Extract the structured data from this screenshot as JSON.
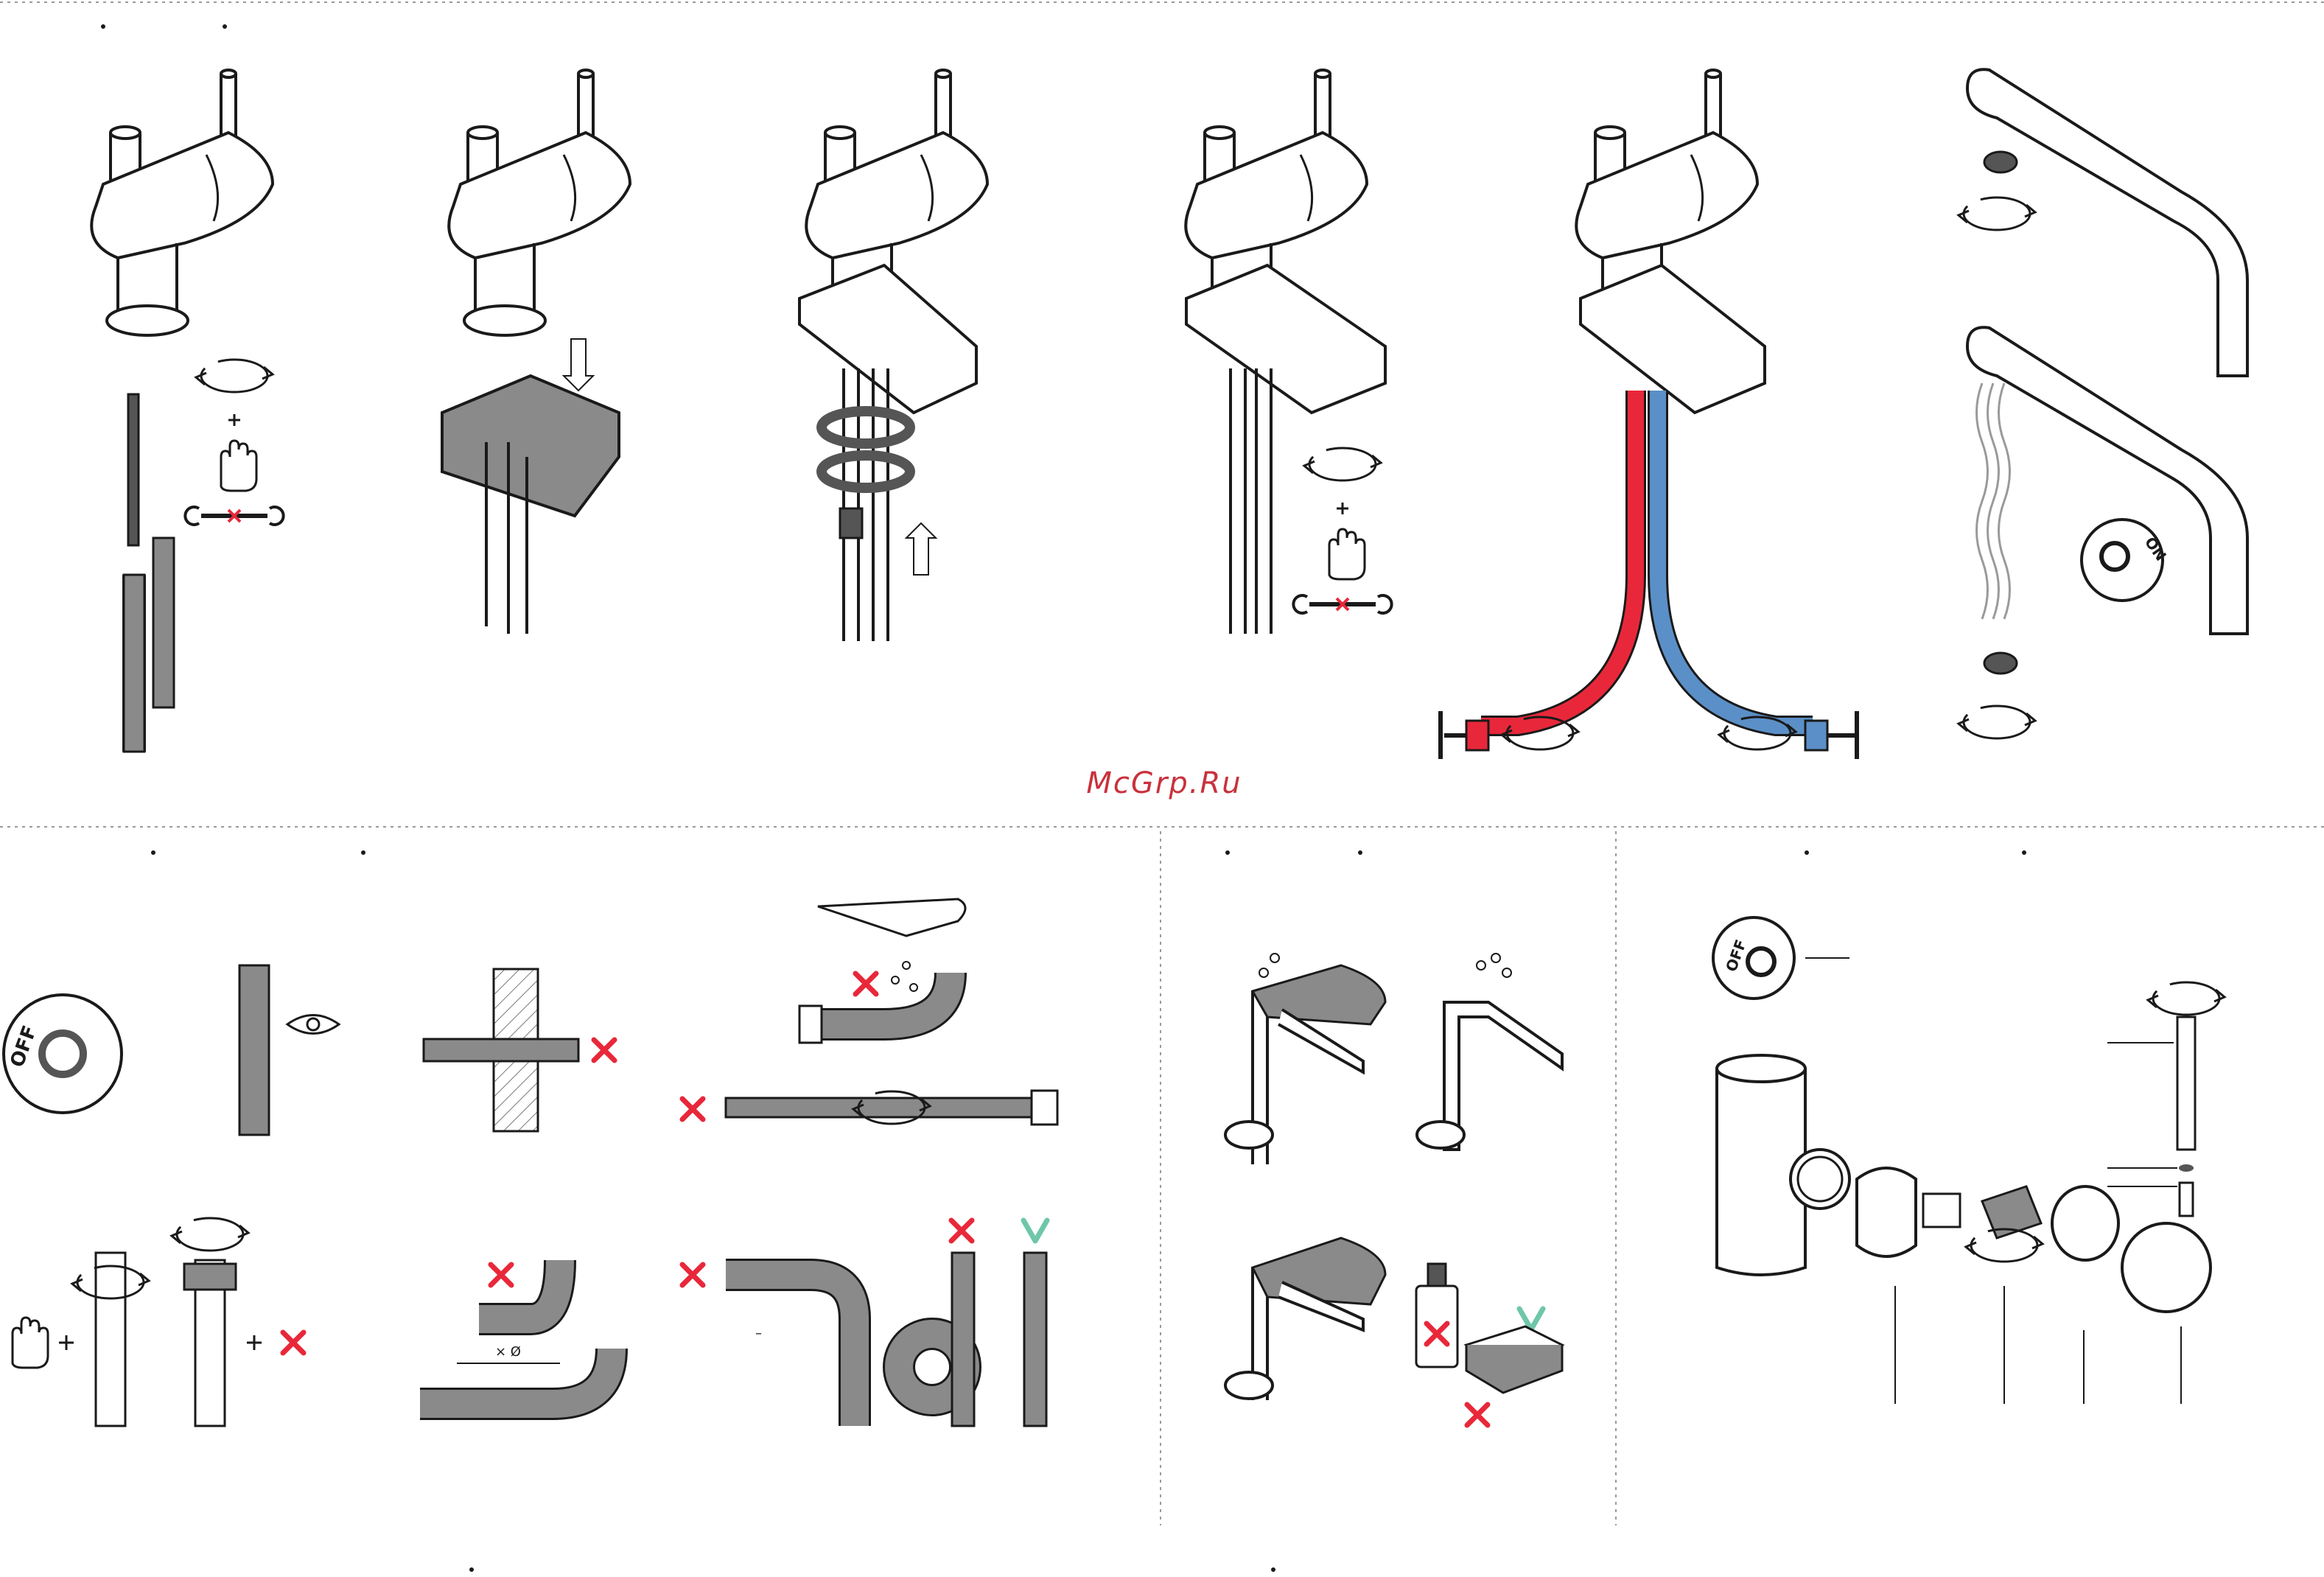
{
  "watermark": "McGrp.Ru",
  "labels": {
    "off_top": "OFF",
    "on": "ON",
    "off_left": "OFF",
    "diameter": "× Ø",
    "dash": "–"
  },
  "colors": {
    "line": "#1a1a1a",
    "gray_fill": "#8a8a8a",
    "dark_gray": "#555555",
    "hot_hose": "#e8283a",
    "cold_hose": "#5b8fc7",
    "cross": "#e8283a",
    "check": "#6ec7a8",
    "watermark": "#c8323c",
    "divider": "#9a9a9a"
  },
  "icons": [
    "rotate-arrow-icon",
    "plus-icon",
    "hand-icon",
    "wrench-crossed-icon",
    "eye-icon",
    "water-drops-icon",
    "cross-icon",
    "check-icon",
    "soap-bottle-icon",
    "sponge-icon"
  ]
}
